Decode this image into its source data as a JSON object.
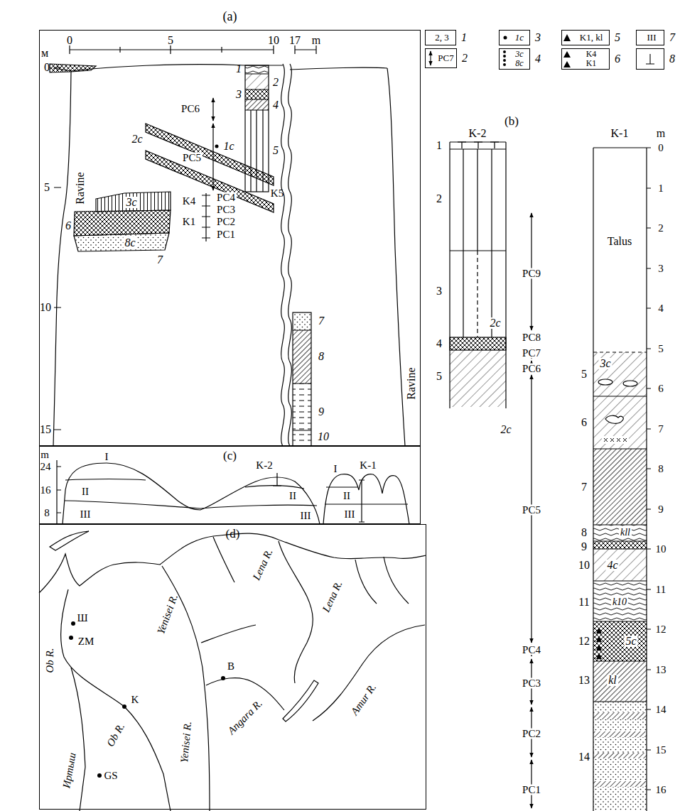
{
  "diagram": {
    "nodes": [
      {
        "text": [
          "(a)"
        ]
      },
      {
        "text": [
          "2, 3",
          "1"
        ]
      },
      {
        "text": [
          "PC7",
          "2"
        ]
      },
      {
        "text": [
          "1c",
          "3"
        ]
      },
      {
        "text": [
          "3c 8c",
          "4"
        ]
      },
      {
        "text": [
          "K1, kl",
          "5"
        ]
      },
      {
        "text": [
          "K4 K1",
          "6"
        ]
      },
      {
        "text": [
          "III",
          "7"
        ]
      },
      {
        "text": [
          "8"
        ]
      },
      {
        "text": [
          "(c)"
        ]
      },
      {
        "text": [
          "(d)"
        ]
      }
    ],
    "labels": [
      "0",
      "5",
      "10",
      "17",
      "m",
      "м",
      "0",
      "5",
      "10",
      "15",
      "Ravine",
      "1",
      "2",
      "3",
      "4",
      "PC6",
      "2c",
      "1c",
      "5",
      "PC5",
      "K5",
      "K4",
      "PC4",
      "PC3",
      "K1",
      "PC2",
      "PC1",
      "6",
      "3c",
      "8c",
      "7",
      "7",
      "8",
      "9",
      "10",
      "Ravine",
      "(b)",
      "K-2",
      "K-1",
      "m",
      "0",
      "1",
      "2",
      "3",
      "4",
      "5",
      "6",
      "7",
      "8",
      "9",
      "10",
      "11",
      "12",
      "13",
      "14",
      "15",
      "16",
      "1",
      "2",
      "3",
      "4",
      "5",
      "2c",
      "2c",
      "PC9",
      "PC8",
      "PC7",
      "PC6",
      "PC5",
      "PC4",
      "PC3",
      "PC2",
      "PC1",
      "Talus",
      "3c",
      "5",
      "6",
      "7",
      "8",
      "9",
      "10",
      "kll",
      "4c",
      "11",
      "k10",
      "12",
      "5c",
      "13",
      "kl",
      "14",
      "m",
      "24",
      "16",
      "8",
      "I",
      "II",
      "III",
      "K-2",
      "II",
      "III",
      "I",
      "K-1",
      "II",
      "III",
      "Lena R.",
      "Yenisei R.",
      "Lena R.",
      "Ш",
      "ZM",
      "Ob R.",
      "Amur R.",
      "K",
      "B",
      "Angara R.",
      "Ob R.",
      "Yenisei R.",
      "GS",
      "Иртыш"
    ]
  }
}
